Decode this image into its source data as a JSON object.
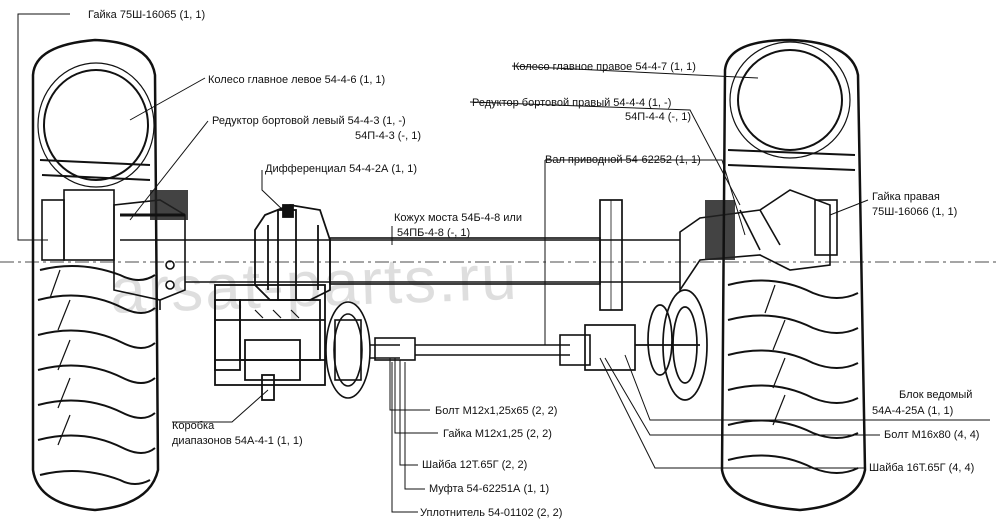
{
  "diagram": {
    "watermark": "arsat-parts.ru",
    "labels": [
      {
        "id": "nut-left",
        "text": "Гайка 75Ш-16065 (1, 1)"
      },
      {
        "id": "wheel-left",
        "text": "Колесо главное левое 54-4-6 (1, 1)"
      },
      {
        "id": "reducer-left-1",
        "text": "Редуктор бортовой левый 54-4-3 (1, -)"
      },
      {
        "id": "reducer-left-2",
        "text": "54П-4-3 (-, 1)"
      },
      {
        "id": "differential",
        "text": "Дифференциал 54-4-2А (1, 1)"
      },
      {
        "id": "axle-housing-1",
        "text": "Кожух моста 54Б-4-8 или"
      },
      {
        "id": "axle-housing-2",
        "text": "54ПБ-4-8 (-, 1)"
      },
      {
        "id": "wheel-right",
        "text": "Колесо главное правое 54-4-7 (1, 1)"
      },
      {
        "id": "reducer-right-1",
        "text": "Редуктор бортовой правый 54-4-4 (1, -)"
      },
      {
        "id": "reducer-right-2",
        "text": "54П-4-4 (-, 1)"
      },
      {
        "id": "drive-shaft",
        "text": "Вал приводной 54-62252 (1, 1)"
      },
      {
        "id": "nut-right-1",
        "text": "Гайка правая"
      },
      {
        "id": "nut-right-2",
        "text": "75Ш-16066 (1, 1)"
      },
      {
        "id": "gearbox-1",
        "text": "Коробка"
      },
      {
        "id": "gearbox-2",
        "text": "диапазонов 54А-4-1 (1, 1)"
      },
      {
        "id": "driven-block-1",
        "text": "Блок ведомый"
      },
      {
        "id": "driven-block-2",
        "text": "54А-4-25А (1, 1)"
      },
      {
        "id": "bolt-m12",
        "text": "Болт М12х1,25х65 (2, 2)"
      },
      {
        "id": "bolt-m16",
        "text": "Болт М16х80 (4, 4)"
      },
      {
        "id": "nut-m12",
        "text": "Гайка М12х1,25 (2, 2)"
      },
      {
        "id": "washer-12t",
        "text": "Шайба 12Т.65Г (2, 2)"
      },
      {
        "id": "washer-16t",
        "text": "Шайба 16Т.65Г (4, 4)"
      },
      {
        "id": "coupling",
        "text": "Муфта 54-62251А (1, 1)"
      },
      {
        "id": "seal",
        "text": "Уплотнитель 54-01102 (2, 2)"
      }
    ]
  }
}
